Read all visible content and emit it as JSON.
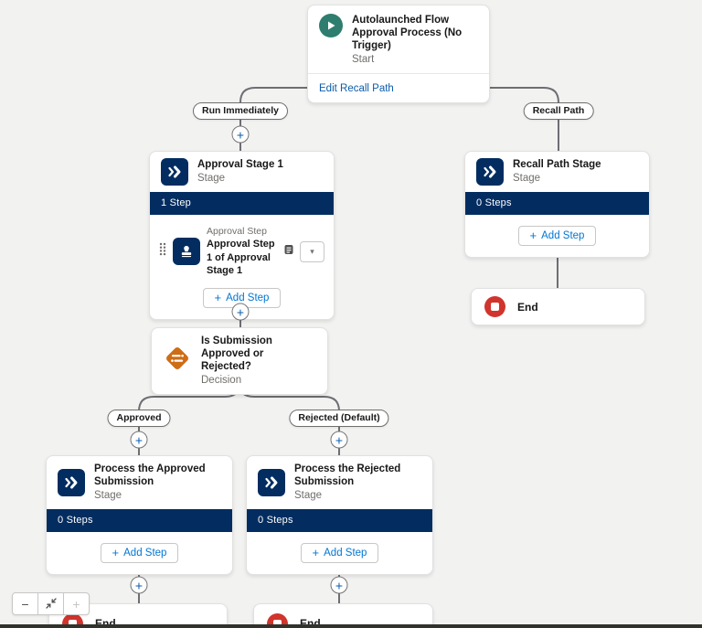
{
  "colors": {
    "navy": "#032d60",
    "accent_blue": "#0176d3",
    "link_blue": "#0b5cab",
    "canvas_bg": "#f2f2f1",
    "connector_gray": "#6e6e73",
    "start_green": "#2e7d6e",
    "end_red": "#d0342c",
    "decision_orange": "#ce6d15"
  },
  "start": {
    "title": "Autolaunched Flow Approval Process (No Trigger)",
    "type_label": "Start",
    "edit_link": "Edit Recall Path"
  },
  "branch_labels": {
    "run_immediately": "Run Immediately",
    "recall_path": "Recall Path",
    "approved": "Approved",
    "rejected": "Rejected (Default)"
  },
  "stages": {
    "approval_stage_1": {
      "title": "Approval Stage 1",
      "type": "Stage",
      "steps_count": "1 Step",
      "step": {
        "type_label": "Approval Step",
        "name": "Approval Step 1 of Approval Stage 1"
      }
    },
    "recall_path_stage": {
      "title": "Recall Path Stage",
      "type": "Stage",
      "steps_count": "0 Steps"
    },
    "approved_stage": {
      "title": "Process the Approved Submission",
      "type": "Stage",
      "steps_count": "0 Steps"
    },
    "rejected_stage": {
      "title": "Process the Rejected Submission",
      "type": "Stage",
      "steps_count": "0 Steps"
    }
  },
  "decision": {
    "title": "Is Submission Approved or Rejected?",
    "type": "Decision"
  },
  "end_node": {
    "label": "End"
  },
  "buttons": {
    "add_step": "Add Step"
  },
  "icons": {
    "plus": "+",
    "minus": "−",
    "chevron_down": "▾"
  }
}
